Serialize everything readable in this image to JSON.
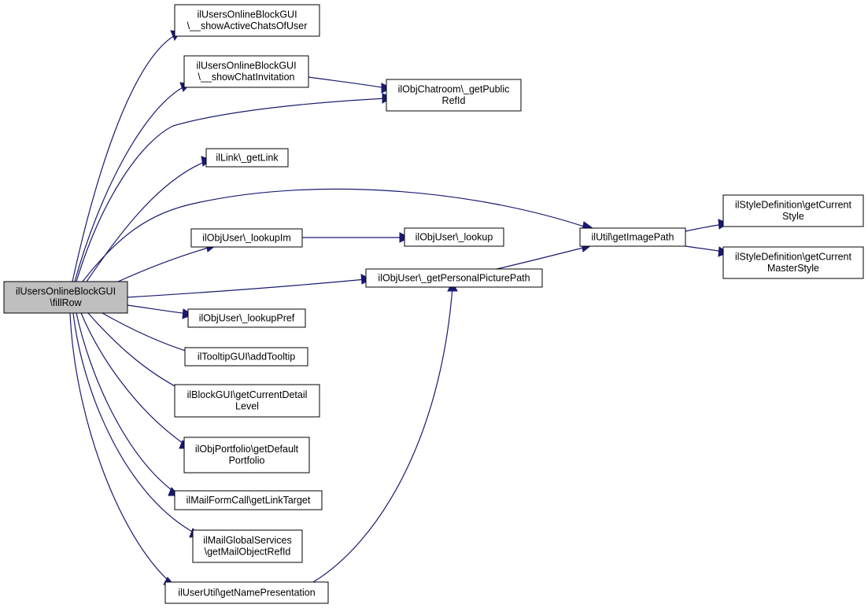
{
  "colors": {
    "edge": "#191970",
    "root_fill": "#bfbfbf",
    "node_fill": "#ffffff",
    "node_border": "#000000"
  },
  "nodes": [
    {
      "id": "fillRow",
      "root": true,
      "lines": [
        "ilUsersOnlineBlockGUI",
        "\\fillRow"
      ]
    },
    {
      "id": "showActiveChats",
      "lines": [
        "ilUsersOnlineBlockGUI",
        "\\__showActiveChatsOfUser"
      ]
    },
    {
      "id": "showChatInvitation",
      "lines": [
        "ilUsersOnlineBlockGUI",
        "\\__showChatInvitation"
      ]
    },
    {
      "id": "getPublicRefId",
      "lines": [
        "ilObjChatroom\\_getPublic",
        "RefId"
      ]
    },
    {
      "id": "getLink",
      "lines": [
        "ilLink\\_getLink"
      ]
    },
    {
      "id": "lookupIm",
      "lines": [
        "ilObjUser\\_lookupIm"
      ]
    },
    {
      "id": "lookup",
      "lines": [
        "ilObjUser\\_lookup"
      ]
    },
    {
      "id": "getPersonalPicturePath",
      "lines": [
        "ilObjUser\\_getPersonalPicturePath"
      ]
    },
    {
      "id": "getImagePath",
      "lines": [
        "ilUtil\\getImagePath"
      ]
    },
    {
      "id": "getCurrentStyle",
      "lines": [
        "ilStyleDefinition\\getCurrent",
        "Style"
      ]
    },
    {
      "id": "getCurrentMasterStyle",
      "lines": [
        "ilStyleDefinition\\getCurrent",
        "MasterStyle"
      ]
    },
    {
      "id": "lookupPref",
      "lines": [
        "ilObjUser\\_lookupPref"
      ]
    },
    {
      "id": "addTooltip",
      "lines": [
        "ilTooltipGUI\\addTooltip"
      ]
    },
    {
      "id": "getCurrentDetailLevel",
      "lines": [
        "ilBlockGUI\\getCurrentDetail",
        "Level"
      ]
    },
    {
      "id": "getDefaultPortfolio",
      "lines": [
        "ilObjPortfolio\\getDefault",
        "Portfolio"
      ]
    },
    {
      "id": "getLinkTarget",
      "lines": [
        "ilMailFormCall\\getLinkTarget"
      ]
    },
    {
      "id": "getMailObjectRefId",
      "lines": [
        "ilMailGlobalServices",
        "\\getMailObjectRefId"
      ]
    },
    {
      "id": "getNamePresentation",
      "lines": [
        "ilUserUtil\\getNamePresentation"
      ]
    }
  ],
  "edges": [
    {
      "from": "fillRow",
      "to": "showActiveChats"
    },
    {
      "from": "fillRow",
      "to": "showChatInvitation"
    },
    {
      "from": "fillRow",
      "to": "getPublicRefId"
    },
    {
      "from": "showChatInvitation",
      "to": "getPublicRefId"
    },
    {
      "from": "fillRow",
      "to": "getLink"
    },
    {
      "from": "fillRow",
      "to": "getImagePath"
    },
    {
      "from": "fillRow",
      "to": "lookupIm"
    },
    {
      "from": "lookupIm",
      "to": "lookup"
    },
    {
      "from": "fillRow",
      "to": "getPersonalPicturePath"
    },
    {
      "from": "getPersonalPicturePath",
      "to": "getImagePath"
    },
    {
      "from": "getImagePath",
      "to": "getCurrentStyle"
    },
    {
      "from": "getImagePath",
      "to": "getCurrentMasterStyle"
    },
    {
      "from": "fillRow",
      "to": "lookupPref"
    },
    {
      "from": "fillRow",
      "to": "addTooltip"
    },
    {
      "from": "fillRow",
      "to": "getCurrentDetailLevel"
    },
    {
      "from": "fillRow",
      "to": "getDefaultPortfolio"
    },
    {
      "from": "fillRow",
      "to": "getLinkTarget"
    },
    {
      "from": "fillRow",
      "to": "getMailObjectRefId"
    },
    {
      "from": "fillRow",
      "to": "getNamePresentation"
    },
    {
      "from": "getNamePresentation",
      "to": "getPersonalPicturePath"
    }
  ]
}
